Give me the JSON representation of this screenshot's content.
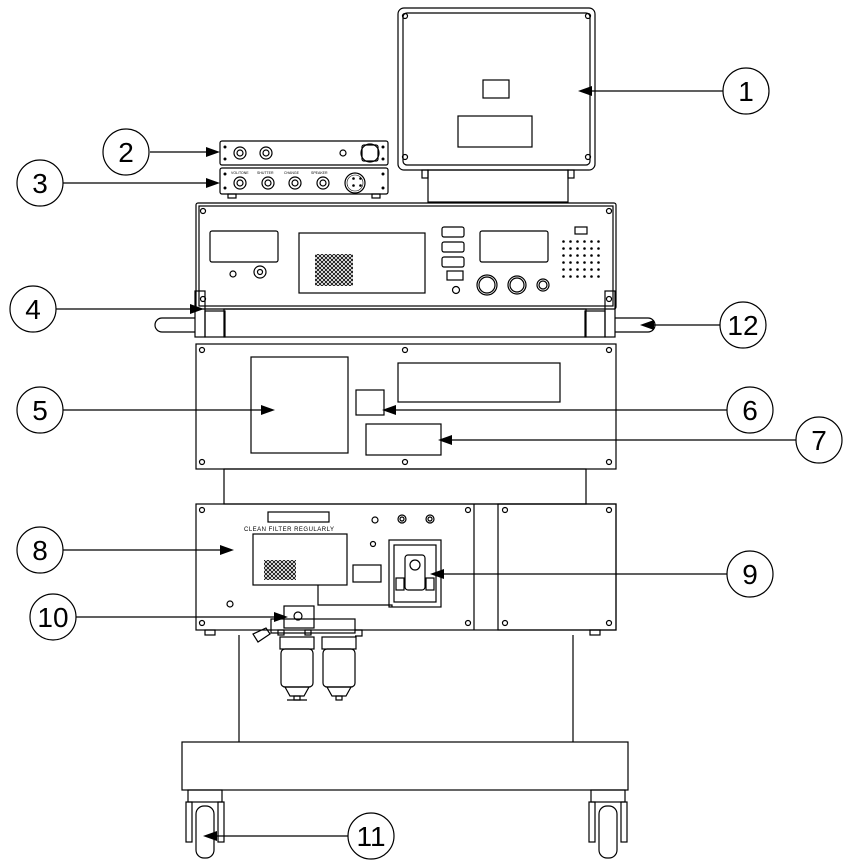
{
  "diagram": {
    "panel_label": "CLEAN FILTER REGULARLY",
    "callouts": [
      {
        "id": "1",
        "label": "1"
      },
      {
        "id": "2",
        "label": "2"
      },
      {
        "id": "3",
        "label": "3"
      },
      {
        "id": "4",
        "label": "4"
      },
      {
        "id": "5",
        "label": "5"
      },
      {
        "id": "6",
        "label": "6"
      },
      {
        "id": "7",
        "label": "7"
      },
      {
        "id": "8",
        "label": "8"
      },
      {
        "id": "9",
        "label": "9"
      },
      {
        "id": "10",
        "label": "10"
      },
      {
        "id": "11",
        "label": "11"
      },
      {
        "id": "12",
        "label": "12"
      }
    ]
  }
}
